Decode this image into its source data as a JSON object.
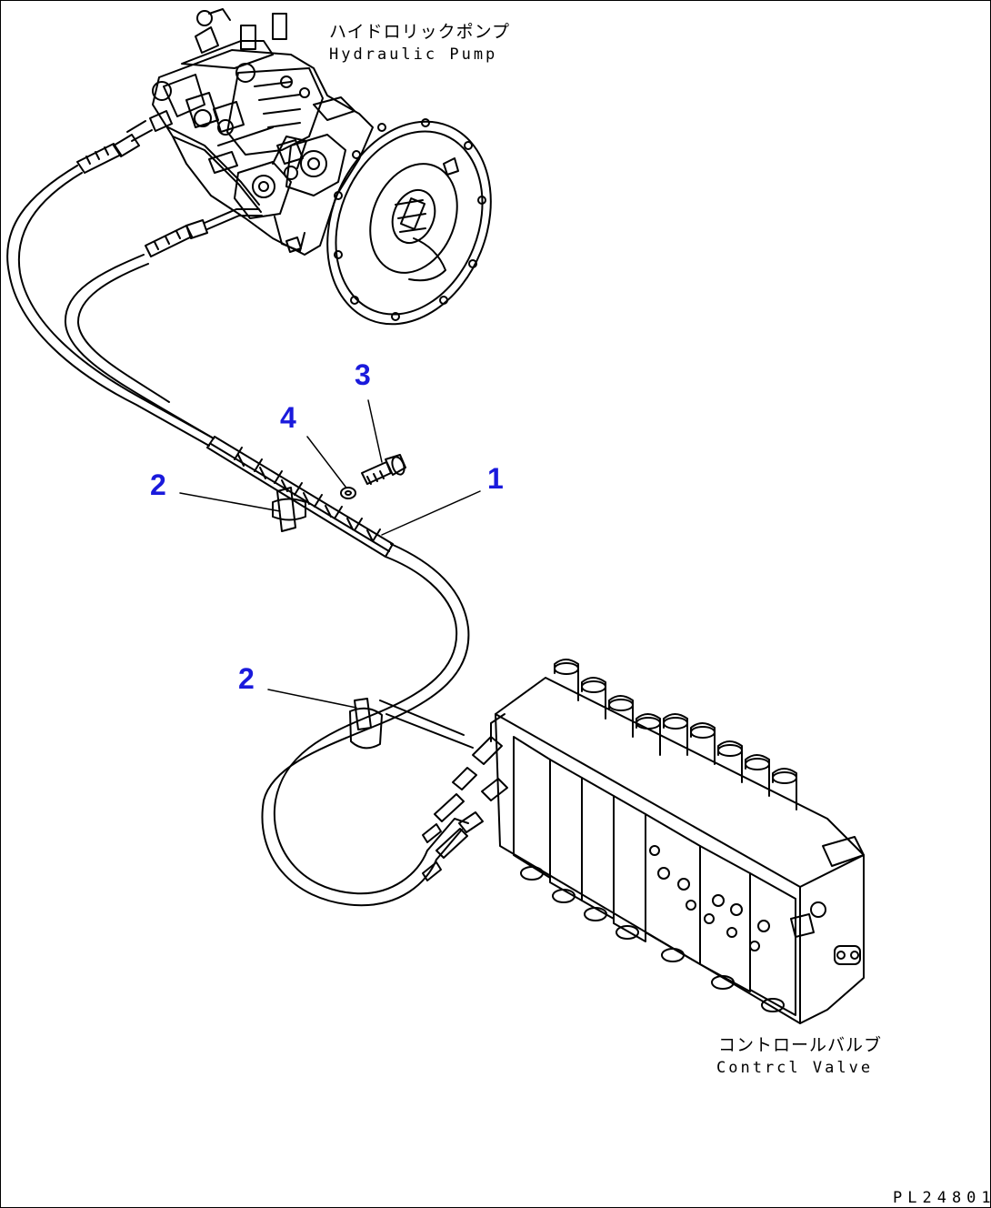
{
  "labels": {
    "pump_jp": "ハイドロリックポンプ",
    "pump_en": "Hydraulic Pump",
    "valve_jp": "コントロールバルブ",
    "valve_en": "Contrcl Valve"
  },
  "callouts": {
    "c1": "1",
    "c2a": "2",
    "c2b": "2",
    "c3": "3",
    "c4": "4"
  },
  "drawing_code": "PL24801",
  "colors": {
    "callout": "#1a1adc",
    "line": "#000000",
    "background": "#ffffff"
  }
}
